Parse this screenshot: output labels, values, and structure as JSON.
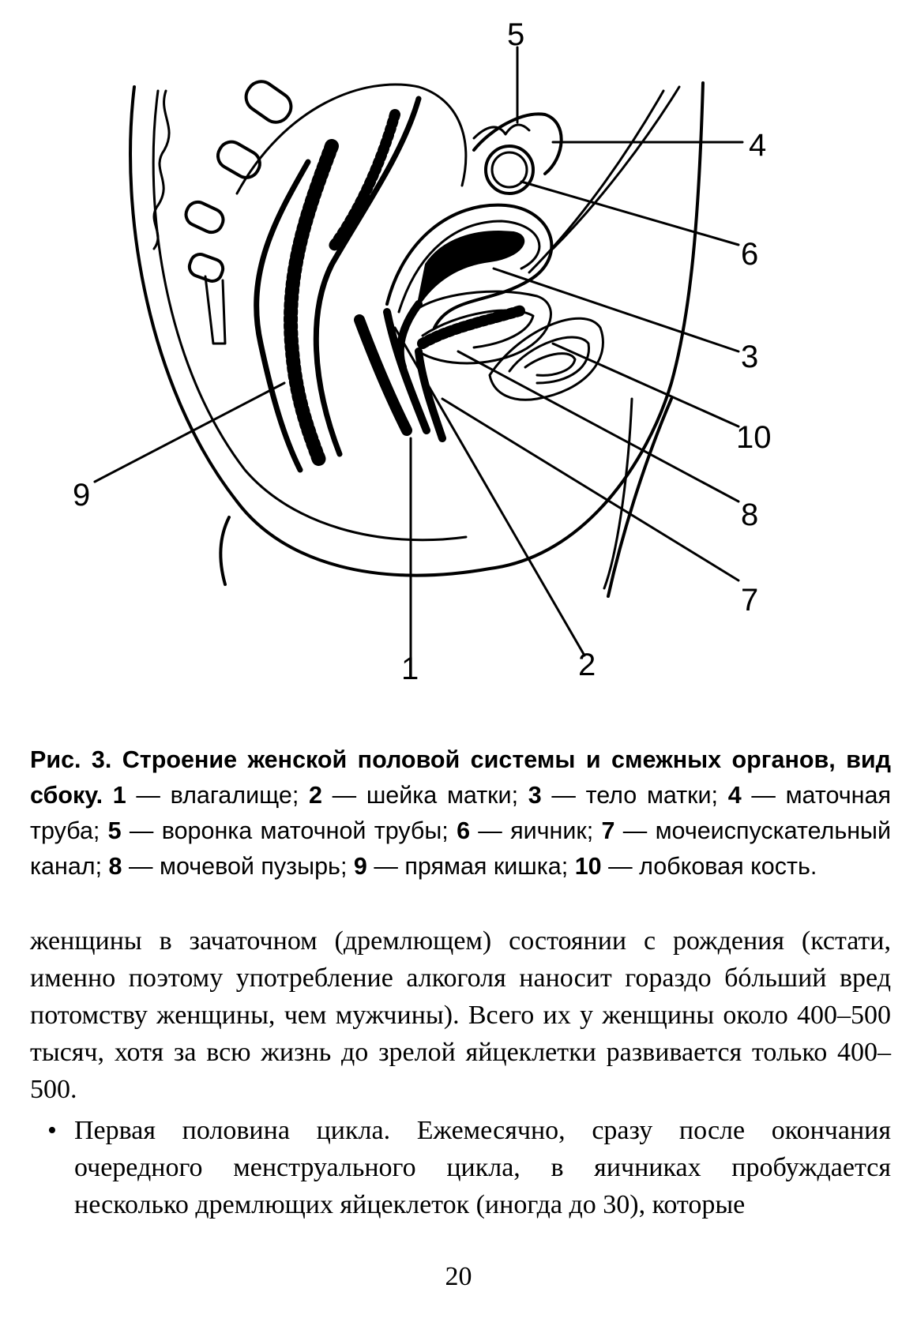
{
  "figure": {
    "labels": {
      "l1": "1",
      "l2": "2",
      "l3": "3",
      "l4": "4",
      "l5": "5",
      "l6": "6",
      "l7": "7",
      "l8": "8",
      "l9": "9",
      "l10": "10"
    }
  },
  "caption": {
    "title": "Рис. 3. Строение женской половой системы и смежных органов, вид сбоку.",
    "items": [
      {
        "num": "1",
        "text": "влагалище;"
      },
      {
        "num": "2",
        "text": "шейка матки;"
      },
      {
        "num": "3",
        "text": "тело матки;"
      },
      {
        "num": "4",
        "text": "маточная труба;"
      },
      {
        "num": "5",
        "text": "воронка маточной трубы;"
      },
      {
        "num": "6",
        "text": "яичник;"
      },
      {
        "num": "7",
        "text": "мочеиспускательный канал;"
      },
      {
        "num": "8",
        "text": "мочевой пузырь;"
      },
      {
        "num": "9",
        "text": "прямая кишка;"
      },
      {
        "num": "10",
        "text": "лобковая кость."
      }
    ]
  },
  "body": {
    "paragraph1": "женщины в зачаточном (дремлющем) состоянии с рождения (кстати, именно поэтому употребление алкоголя наносит гораздо бóльший вред потомству женщины, чем мужчины). Всего их у женщины около 400–500 тысяч, хотя за всю жизнь до зрелой яйцеклетки развивается только 400–500.",
    "bullet_symbol": "•",
    "bullet1": "Первая половина цикла. Ежемесячно, сразу после окончания очередного менструального цикла, в яичниках пробуждается несколько дремлющих яйцеклеток (иногда до 30), которые"
  },
  "page_number": "20"
}
